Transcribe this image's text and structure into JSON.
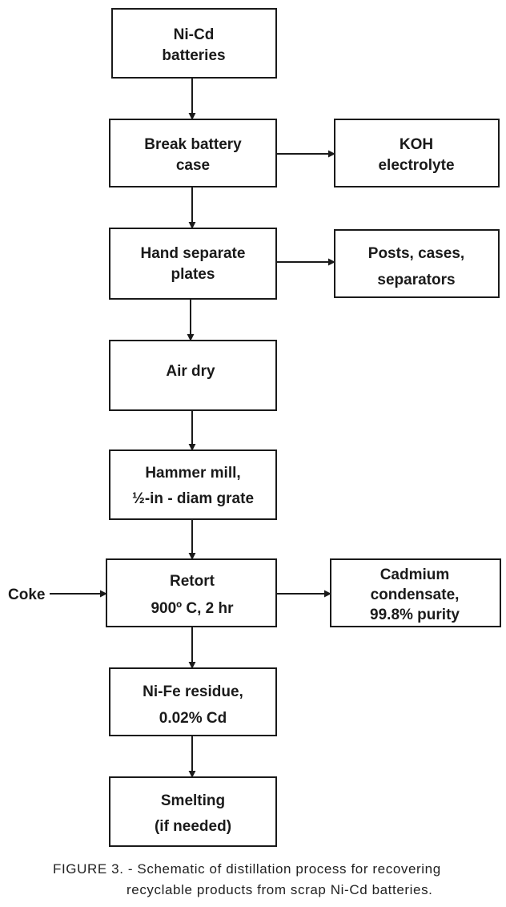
{
  "nodes": {
    "batteries": [
      "Ni-Cd",
      "batteries"
    ],
    "break_case": [
      "Break battery",
      "case"
    ],
    "koh": [
      "KOH",
      "electrolyte"
    ],
    "hand_separate": [
      "Hand separate",
      "plates"
    ],
    "posts": [
      "Posts, cases,",
      "separators"
    ],
    "air_dry": [
      "Air dry"
    ],
    "hammer_mill": [
      "Hammer mill,",
      "½-in - diam  grate"
    ],
    "retort": [
      "Retort",
      "900º C, 2 hr"
    ],
    "cadmium": [
      "Cadmium",
      "condensate,",
      "99.8% purity"
    ],
    "residue": [
      "Ni-Fe residue,",
      "0.02% Cd"
    ],
    "smelting": [
      "Smelting",
      "(if needed)"
    ],
    "coke": "Coke"
  },
  "caption": {
    "line1": "FIGURE 3. - Schematic of distillation process for recovering",
    "line2": "recyclable products from scrap Ni-Cd batteries."
  }
}
